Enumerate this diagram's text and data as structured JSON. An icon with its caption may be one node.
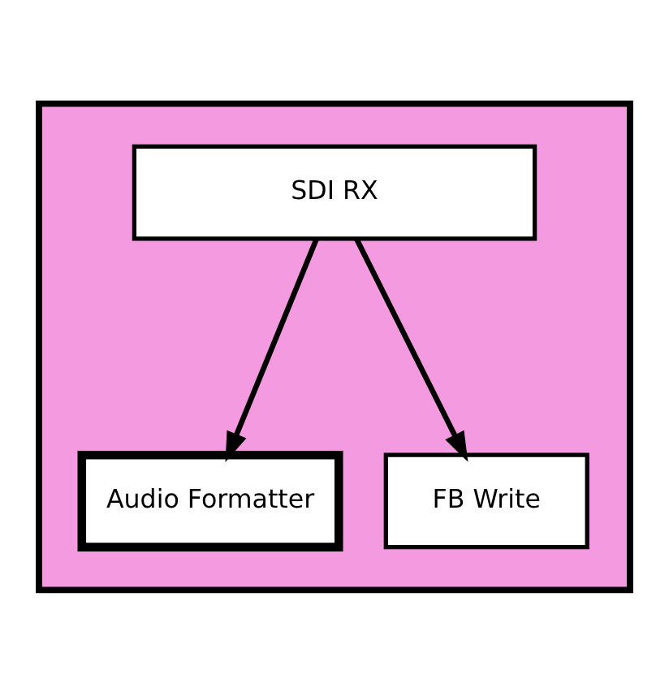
{
  "diagram": {
    "nodes": [
      {
        "text": [],
        "shape": "box"
      },
      {
        "text": [
          "SDI RX"
        ],
        "in": 0
      },
      {
        "text": [
          "Audio Formatter"
        ],
        "in": 0
      },
      {
        "text": [
          "FB Write"
        ],
        "in": 0
      }
    ],
    "edges": [
      {
        "from": 1,
        "to": 2,
        "arrow": "to"
      },
      {
        "from": 1,
        "to": 3,
        "arrow": "to"
      }
    ]
  }
}
